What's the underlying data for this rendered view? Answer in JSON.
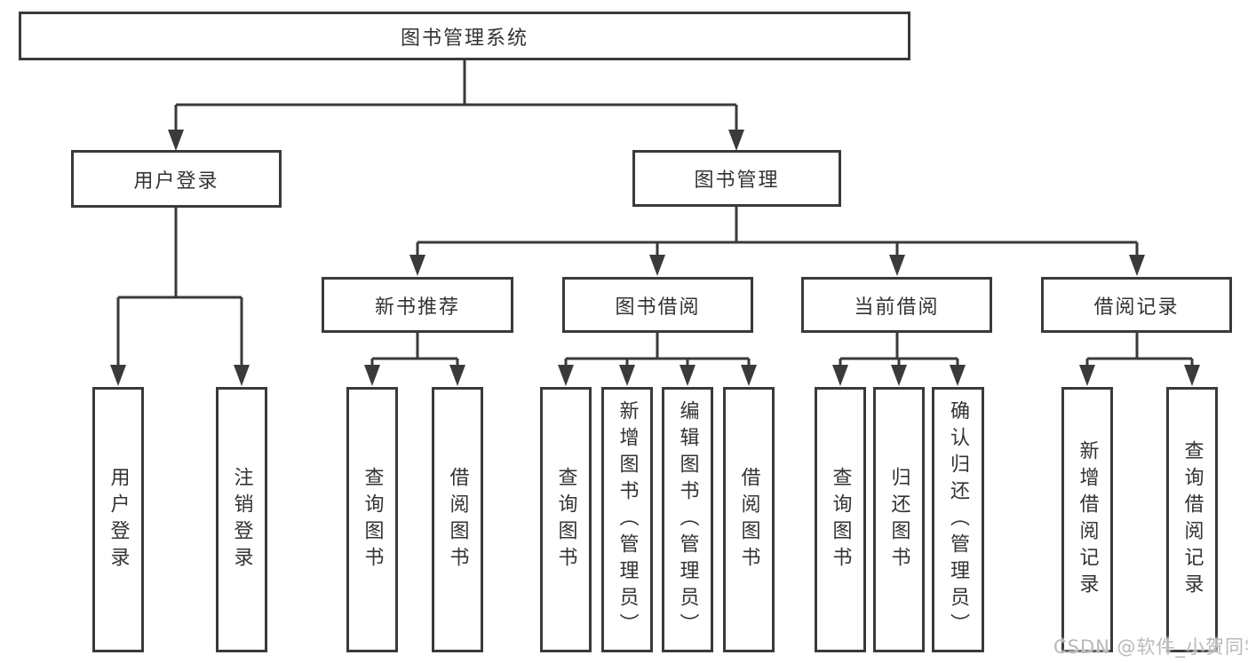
{
  "diagram": {
    "root": {
      "label": "图书管理系统"
    },
    "level2": [
      {
        "label": "用户登录"
      },
      {
        "label": "图书管理"
      }
    ],
    "level3": [
      {
        "label": "新书推荐",
        "parent": "图书管理"
      },
      {
        "label": "图书借阅",
        "parent": "图书管理"
      },
      {
        "label": "当前借阅",
        "parent": "图书管理"
      },
      {
        "label": "借阅记录",
        "parent": "图书管理"
      }
    ],
    "leaves": [
      {
        "label": "用户登录",
        "parent": "用户登录"
      },
      {
        "label": "注销登录",
        "parent": "用户登录"
      },
      {
        "label": "查询图书",
        "parent": "新书推荐"
      },
      {
        "label": "借阅图书",
        "parent": "新书推荐"
      },
      {
        "label": "查询图书",
        "parent": "图书借阅"
      },
      {
        "label": "新增图书（管理员）",
        "parent": "图书借阅"
      },
      {
        "label": "编辑图书（管理员）",
        "parent": "图书借阅"
      },
      {
        "label": "借阅图书",
        "parent": "图书借阅"
      },
      {
        "label": "查询图书",
        "parent": "当前借阅"
      },
      {
        "label": "归还图书",
        "parent": "当前借阅"
      },
      {
        "label": "确认归还（管理员）",
        "parent": "当前借阅"
      },
      {
        "label": "新增借阅记录",
        "parent": "借阅记录"
      },
      {
        "label": "查询借阅记录",
        "parent": "借阅记录"
      }
    ]
  },
  "watermark": {
    "text": "CSDN @软件_小贺同学"
  },
  "colors": {
    "line": "#3a3a3a",
    "text": "#333333",
    "background": "#ffffff",
    "watermark": "#b9b9b9"
  }
}
